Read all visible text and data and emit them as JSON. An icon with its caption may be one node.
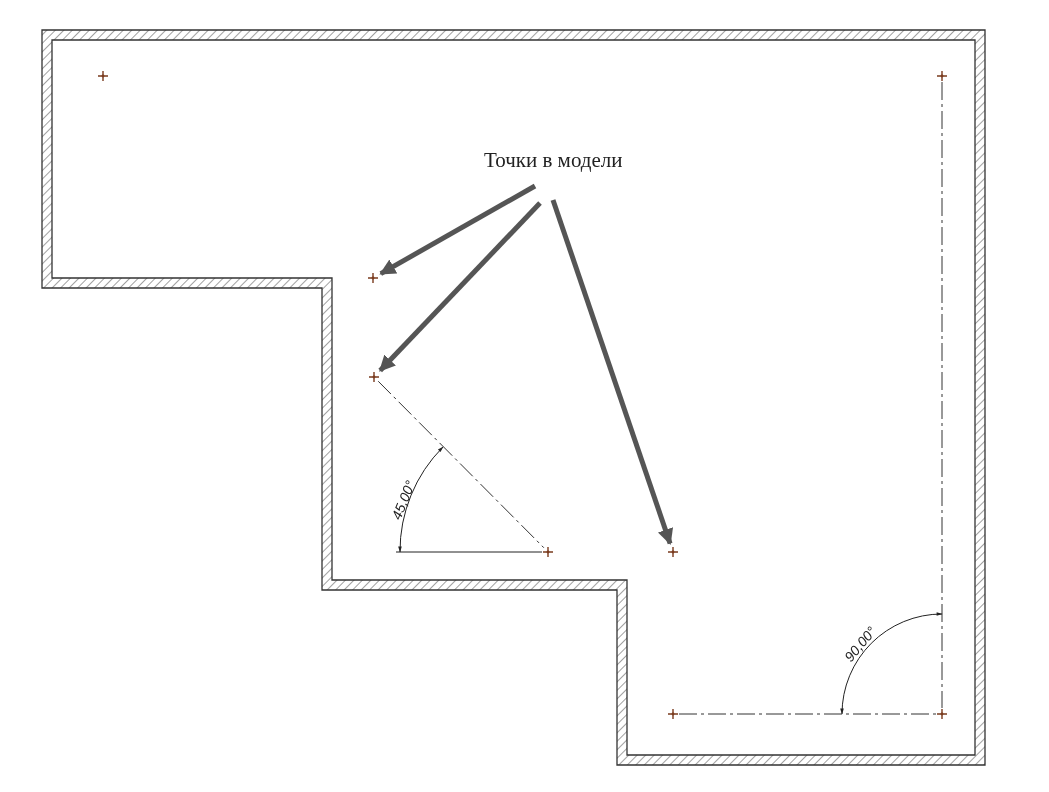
{
  "diagram": {
    "nodes": [
      {
        "text": [
          "Точки в модели"
        ]
      },
      {
        "text": [],
        "shape": "cross"
      },
      {
        "text": [],
        "shape": "cross"
      },
      {
        "text": [],
        "shape": "cross"
      },
      {
        "text": [],
        "shape": "cross"
      },
      {
        "text": [],
        "shape": "cross"
      },
      {
        "text": [],
        "shape": "cross"
      },
      {
        "text": [],
        "shape": "cross"
      },
      {
        "text": [],
        "shape": "cross"
      }
    ],
    "edges": [
      {
        "from": 0,
        "to": 3,
        "arrow": "to",
        "style": "thick"
      },
      {
        "from": 0,
        "to": 4,
        "arrow": "to",
        "style": "thick"
      },
      {
        "from": 0,
        "to": 6,
        "arrow": "to",
        "style": "thick"
      },
      {
        "from": 2,
        "to": 8,
        "arrow": "none",
        "style": "dashed",
        "color": "#333333"
      },
      {
        "from": 7,
        "to": 8,
        "arrow": "none",
        "style": "dashed",
        "color": "#333333"
      },
      {
        "from": 4,
        "to": 5,
        "arrow": "none",
        "style": "dashed",
        "color": "#333333"
      }
    ],
    "labels": [
      "45,00°",
      "90,00°"
    ]
  }
}
